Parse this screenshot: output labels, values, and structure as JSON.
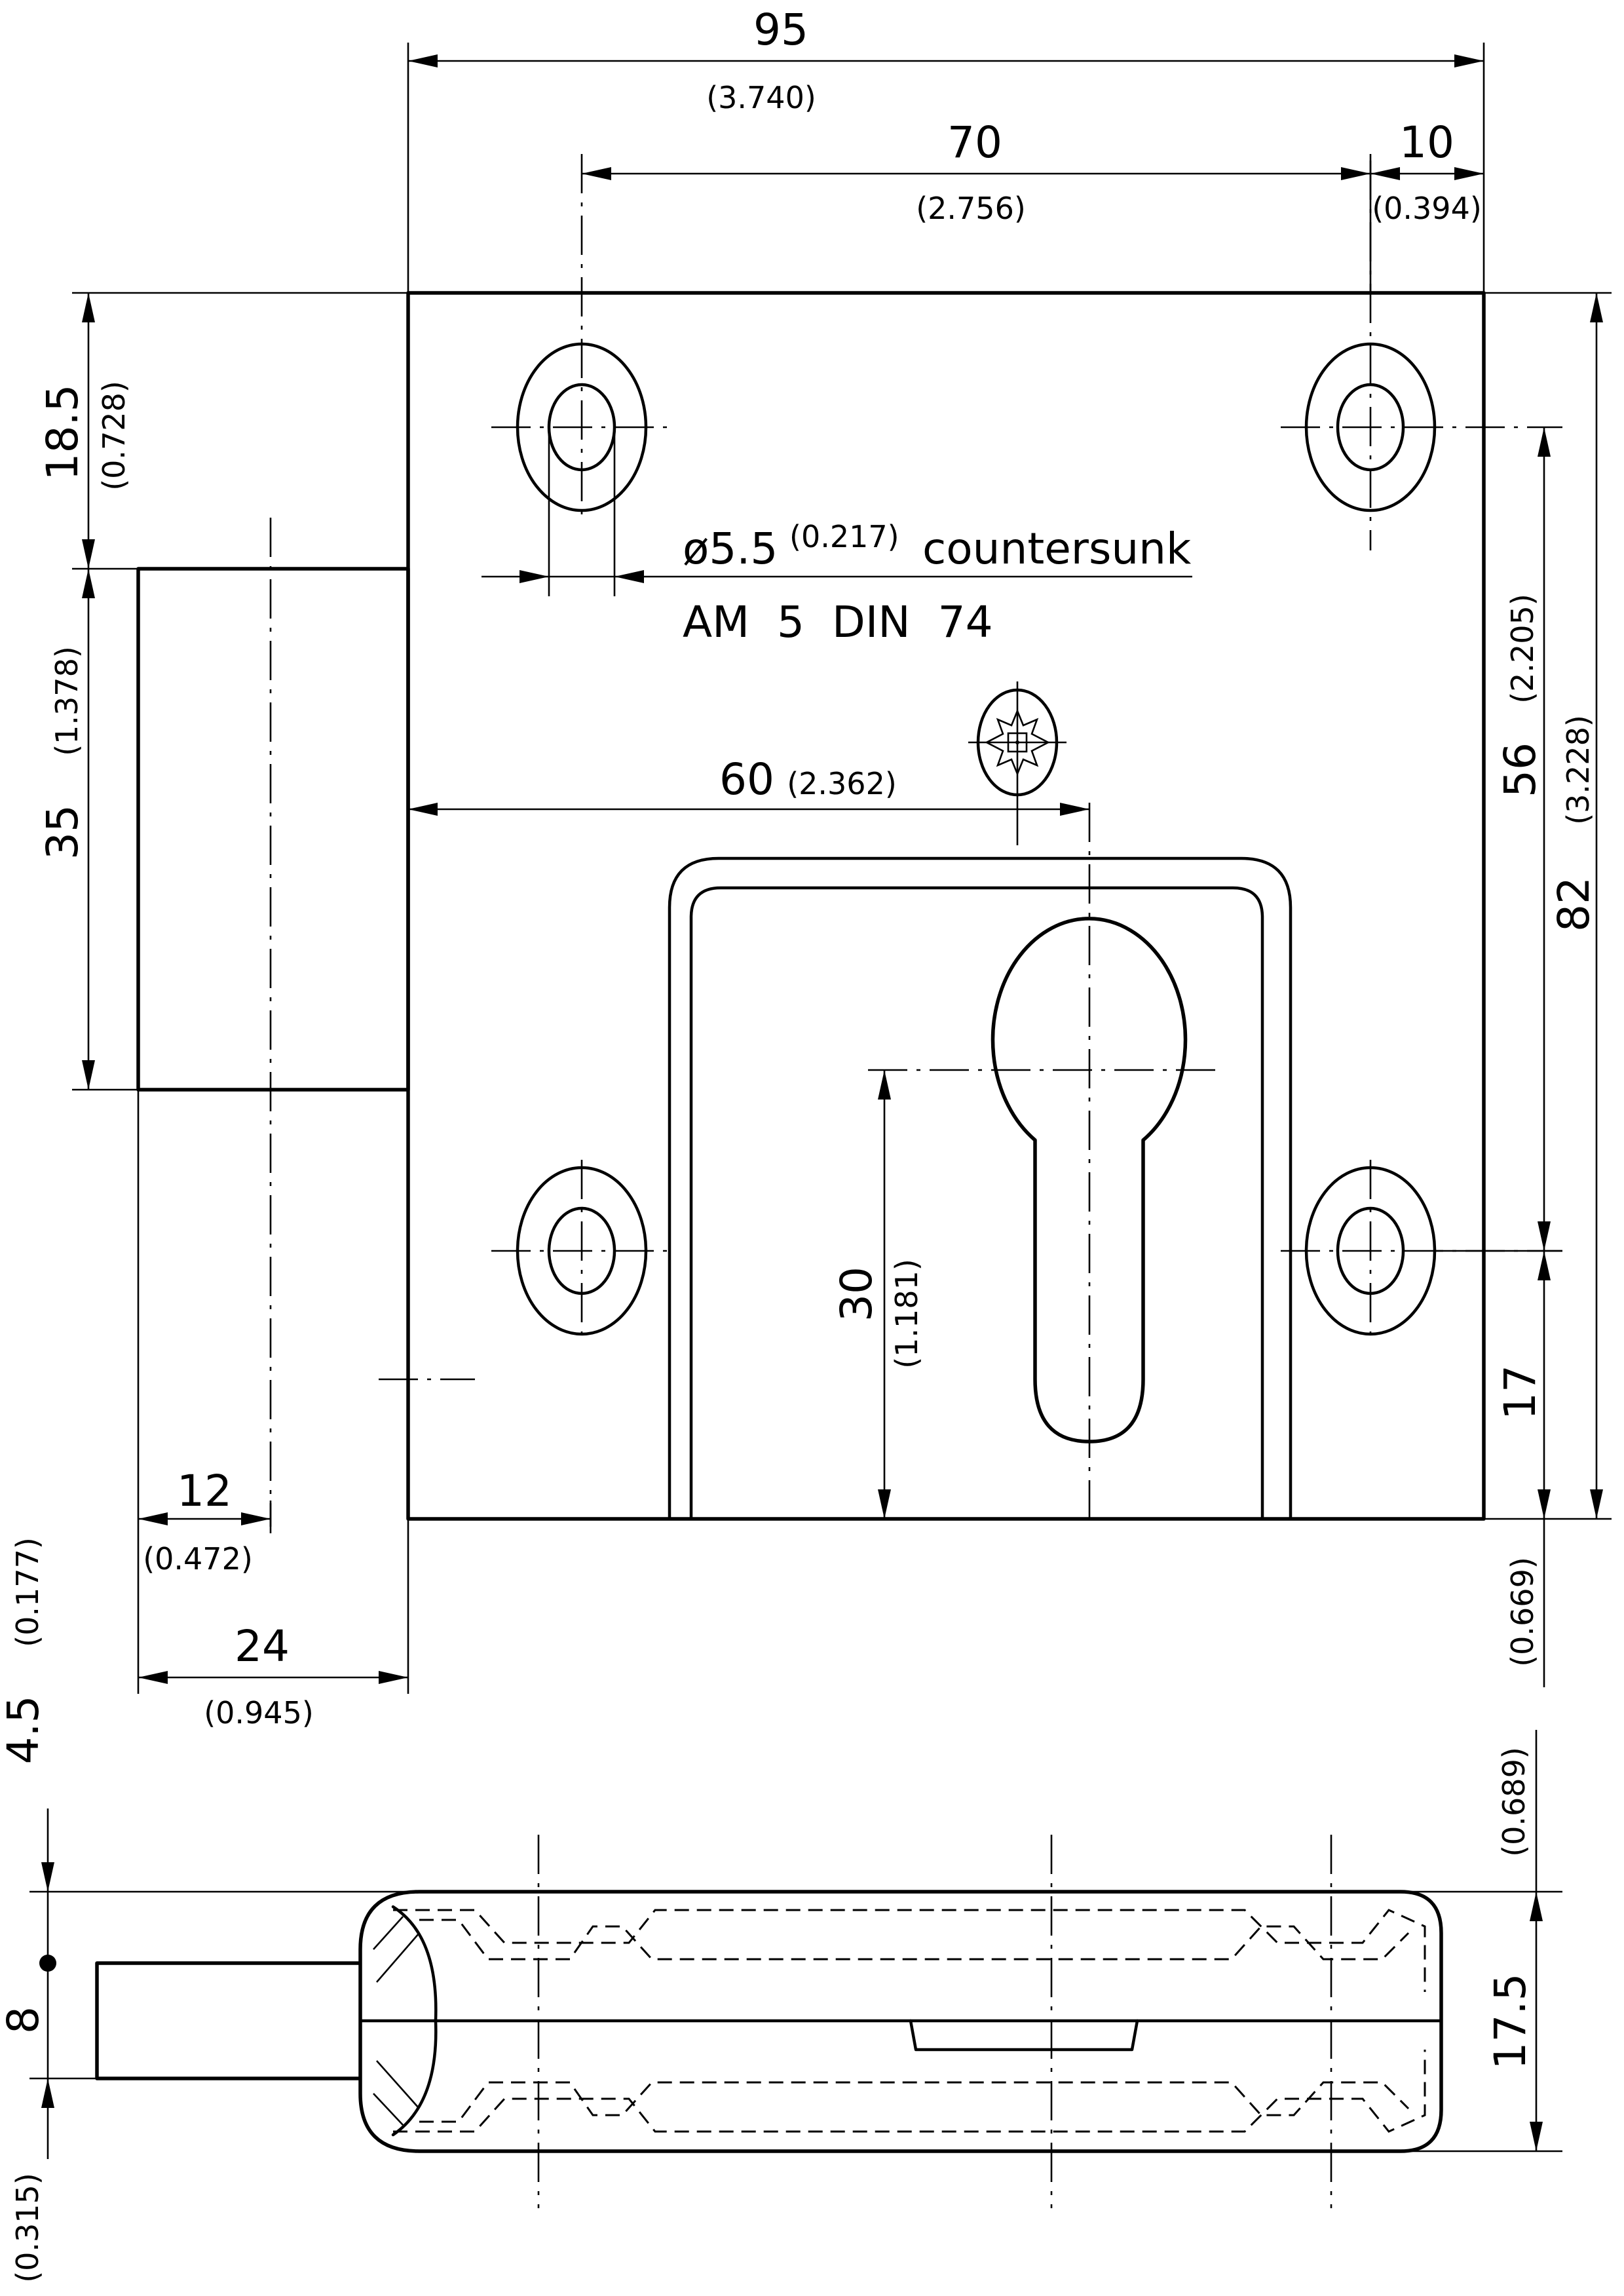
{
  "dimensions": {
    "d95": {
      "mm": "95",
      "inch": "(3.740)"
    },
    "d70": {
      "mm": "70",
      "inch": "(2.756)"
    },
    "d10": {
      "mm": "10",
      "inch": "(0.394)"
    },
    "d18_5": {
      "mm": "18.5",
      "inch": "(0.728)"
    },
    "d35": {
      "mm": "35",
      "inch": "(1.378)"
    },
    "d56": {
      "mm": "56",
      "inch": "(2.205)"
    },
    "d82": {
      "mm": "82",
      "inch": "(3.228)"
    },
    "d60": {
      "mm": "60",
      "inch": "(2.362)"
    },
    "d30": {
      "mm": "30",
      "inch": "(1.181)"
    },
    "d17": {
      "mm": "17",
      "inch": "(0.669)"
    },
    "d12": {
      "mm": "12",
      "inch": "(0.472)"
    },
    "d24": {
      "mm": "24",
      "inch": "(0.945)"
    },
    "d4_5": {
      "mm": "4.5",
      "inch": "(0.177)"
    },
    "d8": {
      "mm": "8",
      "inch": "(0.315)"
    },
    "d17_5": {
      "mm": "17.5",
      "inch": "(0.689)"
    }
  },
  "hole_note": {
    "diameter": "ø5.5",
    "inch": "(0.217)",
    "type": "countersunk",
    "standard": "AM  5  DIN  74"
  }
}
